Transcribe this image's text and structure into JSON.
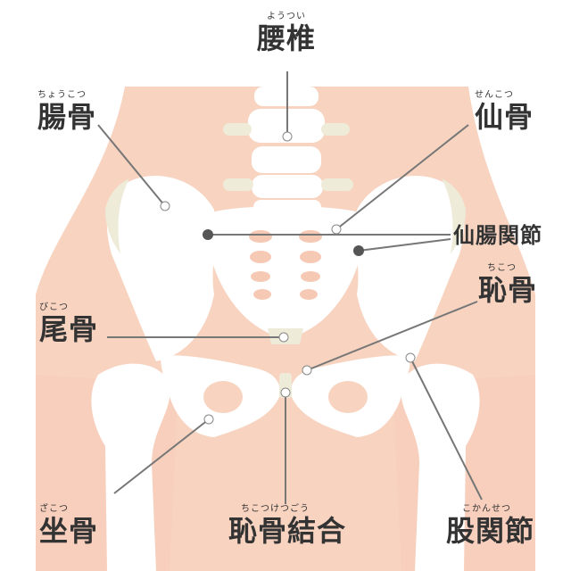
{
  "diagram": {
    "labels": {
      "lumbar": {
        "ruby": "ようつい",
        "text": "腰椎"
      },
      "ilium": {
        "ruby": "ちょうこつ",
        "text": "腸骨"
      },
      "sacrum": {
        "ruby": "せんこつ",
        "text": "仙骨"
      },
      "si_joint": {
        "text": "仙腸関節"
      },
      "pubis": {
        "ruby": "ちこつ",
        "text": "恥骨"
      },
      "coccyx": {
        "ruby": "びこつ",
        "text": "尾骨"
      },
      "ischium": {
        "ruby": "ざこつ",
        "text": "坐骨"
      },
      "symphysis": {
        "ruby": "ちこつけつごう",
        "text": "恥骨結合"
      },
      "hip_joint": {
        "ruby": "こかんせつ",
        "text": "股関節"
      }
    },
    "colors": {
      "skin": "#f7d3c0",
      "bone": "#ffffff",
      "cartilage": "#eeebd9",
      "leader": "#777777",
      "dot": "#555555",
      "text": "#333333"
    }
  }
}
